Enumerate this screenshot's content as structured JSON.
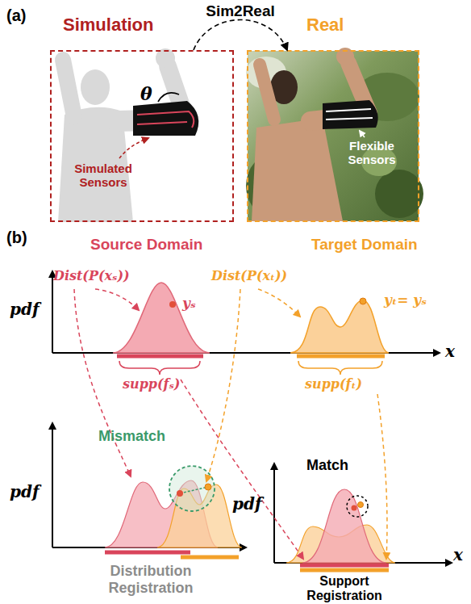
{
  "diagram": {
    "nodes": [
      {
        "text": [
          "Simulation",
          "θ",
          "Simulated Sensors"
        ]
      },
      {
        "text": [
          "Real",
          "Flexible Sensors"
        ]
      }
    ],
    "edges": [
      {
        "from": 0,
        "to": 1,
        "arrow": "to",
        "label": "Sim2Real"
      }
    ],
    "labels": [
      "(a)",
      "(b)",
      "Source Domain",
      "Target Domain",
      "pdf",
      "Dist(P(xₛ))",
      "Dist(P(xₜ))",
      "yₛ",
      "yₜ= yₛ",
      "supp(fₛ)",
      "supp(fₜ)",
      "x",
      "pdf",
      "Mismatch",
      "Distribution Registration",
      "pdf",
      "Match",
      "x",
      "Support Registration"
    ]
  }
}
